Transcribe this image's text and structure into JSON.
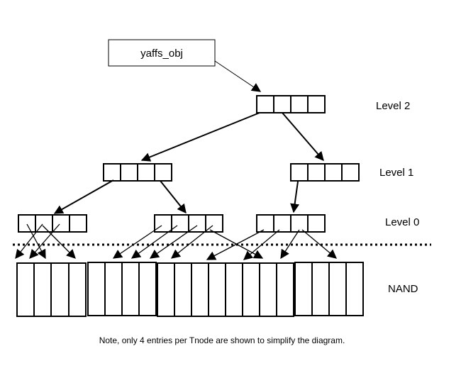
{
  "object_label": "yaffs_obj",
  "levels": {
    "level2": "Level 2",
    "level1": "Level 1",
    "level0": "Level 0",
    "nand": "NAND"
  },
  "note": "Note, only 4 entries per Tnode are shown to simplify the diagram."
}
